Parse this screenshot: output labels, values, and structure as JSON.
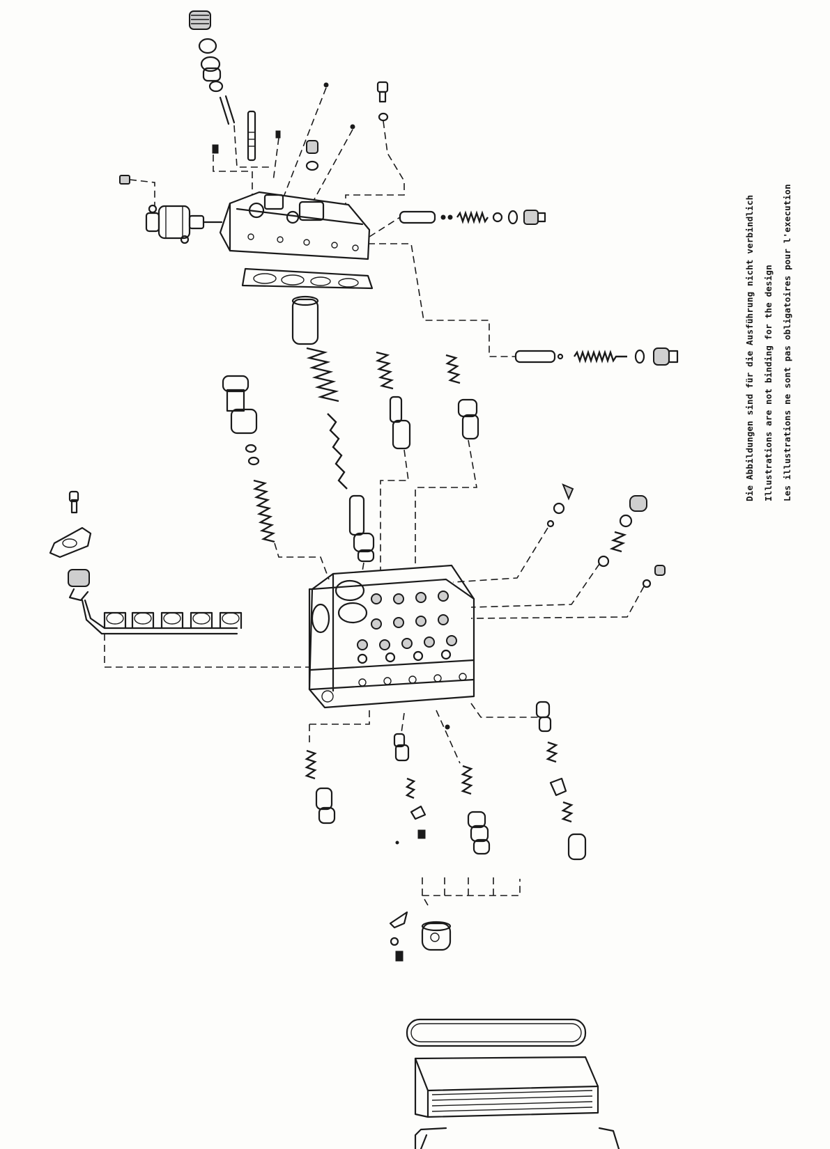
{
  "disclaimer": {
    "line_de": "Die Abbildungen sind für die Ausführung nicht verbindlich",
    "line_en": "Illustrations are not binding for the design",
    "line_fr": "Les illustrations ne sont pas obligatoires pour l'execution"
  },
  "colors": {
    "ink": "#1a1a1a",
    "paper": "#fdfdfb"
  }
}
